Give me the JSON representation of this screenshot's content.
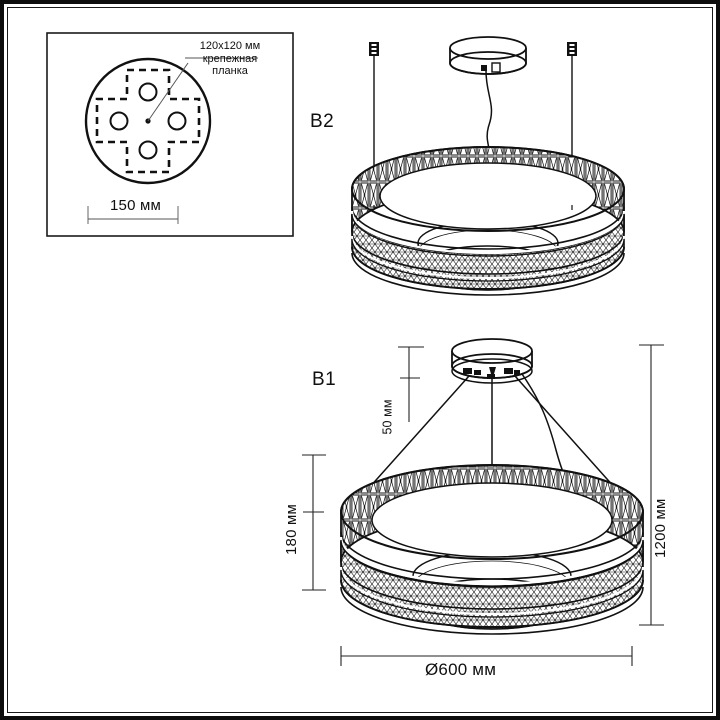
{
  "document": {
    "type": "technical-drawing",
    "subject": "pendant-chandelier-ring",
    "units": "мм",
    "line_color": "#111111",
    "background_color": "#ffffff"
  },
  "detail_box": {
    "name": "mounting-plate-detail",
    "note_line1": "120x120 мм",
    "note_line2": "крепежная",
    "note_line3": "планка",
    "dimension_width": "150 мм",
    "holes_count": 4
  },
  "views": [
    {
      "id": "B2",
      "label": "B2",
      "description": "ceiling-mounted variant with suspension cables"
    },
    {
      "id": "B1",
      "label": "B1",
      "description": "pendant variant with dimensions"
    }
  ],
  "dimensions": {
    "canopy_height": "50 мм",
    "fixture_height": "180 мм",
    "total_drop": "1200 мм",
    "diameter": "Ø600 мм"
  }
}
